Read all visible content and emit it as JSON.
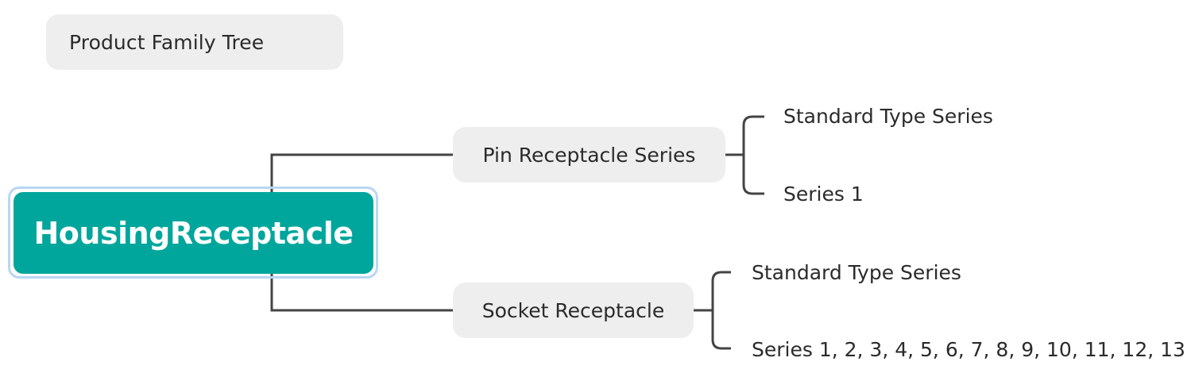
{
  "title": "Product Family Tree",
  "root": {
    "label": "HousingReceptacle"
  },
  "branches": [
    {
      "label": "Pin Receptacle Series",
      "children": [
        "Standard Type Series",
        "Series 1"
      ]
    },
    {
      "label": "Socket Receptacle",
      "children": [
        "Standard Type Series",
        "Series 1, 2, 3, 4, 5, 6, 7, 8, 9, 10, 11, 12, 13"
      ]
    }
  ],
  "colors": {
    "root_fill": "#00a69c",
    "root_selection_outline": "#b9d6f4",
    "node_fill": "#eeeeee",
    "connector": "#444444"
  }
}
